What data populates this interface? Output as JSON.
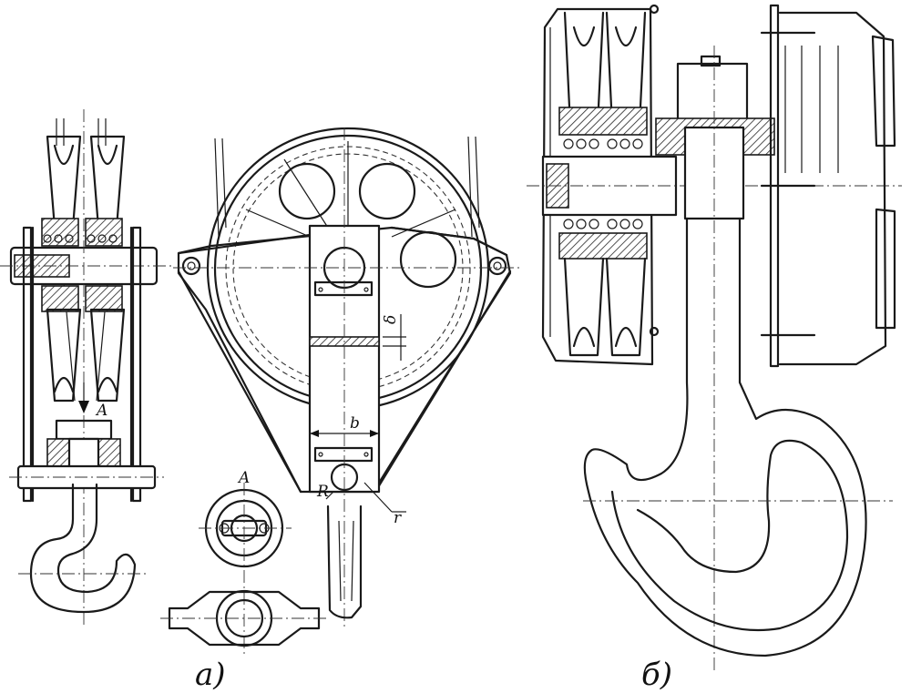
{
  "labels": {
    "view_a_caption": "а)",
    "view_b_caption": "б)",
    "section_a_marker": "A",
    "section_a_title": "A",
    "dim_b": "b",
    "dim_delta": "δ",
    "dim_R": "R",
    "dim_r": "r"
  }
}
